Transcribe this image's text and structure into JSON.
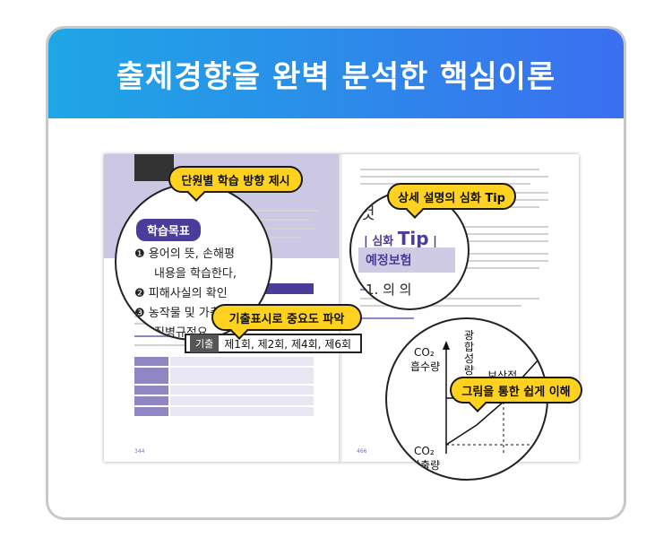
{
  "banner": {
    "title": "출제경향을 완벽 분석한 핵심이론"
  },
  "callouts": {
    "unit_direction": "단원별 학습 방향 제시",
    "deep_tip": "상세 설명의 심화 Tip",
    "exam_importance": "기출표시로 중요도 파악",
    "graph_understanding": "그림을 통한 쉽게 이해"
  },
  "zoom_learning_goal": {
    "pill": "학습목표",
    "items": [
      {
        "marker": "❶",
        "text": "용어의 뜻, 손해평"
      },
      {
        "marker": "",
        "text": "내용을 학습한다,"
      },
      {
        "marker": "❷",
        "text": "피해사실의 확인"
      },
      {
        "marker": "❸",
        "text": "농작물 및 가축"
      },
      {
        "marker": "",
        "text": "질병규정요"
      }
    ]
  },
  "zoom_exam": {
    "label": "기출",
    "text": "제1회, 제2회, 제4회, 제6회"
  },
  "zoom_tip": {
    "prefix": "| 심화",
    "tip": "Tip",
    "suffix": "|",
    "section": "예정보험",
    "line": "1. 의 의",
    "peek": "것"
  },
  "zoom_graph": {
    "y_top_1": "CO₂",
    "y_top_2": "흡수량",
    "y_bottom_1": "CO₂",
    "y_bottom_2": "방출량",
    "vertical_label": "광합성량",
    "point_label": "보상점"
  },
  "pages": {
    "left_num": "344",
    "right_num": "466"
  }
}
